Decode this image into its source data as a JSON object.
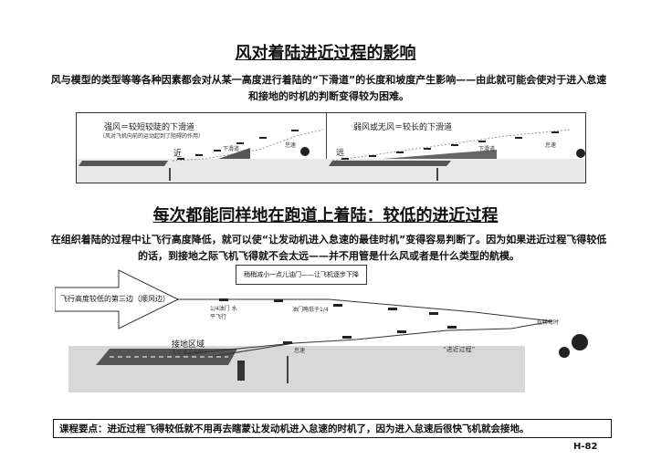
{
  "section1": {
    "title": "风对着陆进近过程的影响",
    "paragraph": "风与模型的类型等等各种因素都会对从某一高度进行着陆的“下滑道”的长度和坡度产生影响——由此就可能会使对于进入怠速和接地的时机的判断变得较为困难。",
    "left_panel": {
      "heading": "强风＝较短较陡的下滑道",
      "note": "（风对飞机向前的运动起到了阻碍的作用）",
      "near": "近",
      "glide": "下滑道",
      "idle": "怠速"
    },
    "right_panel": {
      "heading": "弱风或无风＝较长的下滑道",
      "far": "远",
      "glide": "下滑道",
      "idle": "怠速"
    }
  },
  "section2": {
    "title": "每次都能同样地在跑道上着陆：较低的进近过程",
    "paragraph": "在组织着陆的过程中让飞行高度降低，就可以使“让发动机进入怠速的最佳时机”变得容易判断了。因为如果进近过程飞得较低的话，到接地之际飞机飞得就不会太远——并不用管是什么风或者是什么类型的航模。",
    "callout": "稍稍减小一点儿油门——让飞机逐步下降",
    "arrow_label": "飞行高度较低的第三边（顺风边）",
    "throttle_quarter": "1/4油门 水平飞行",
    "throttle_below": "油门略低于1/4",
    "touchdown": "接地区域",
    "touchdown_note": "（无论风是如何）",
    "idle": "怠速",
    "approach": "“进近过程”",
    "turn": "在转弯时"
  },
  "footer": {
    "key_point": "课程要点：进近过程飞得较低就不用再去瞎蒙让发动机进入怠速的时机了，因为进入怠速后很快飞机就会接地。",
    "page": "H-82"
  }
}
